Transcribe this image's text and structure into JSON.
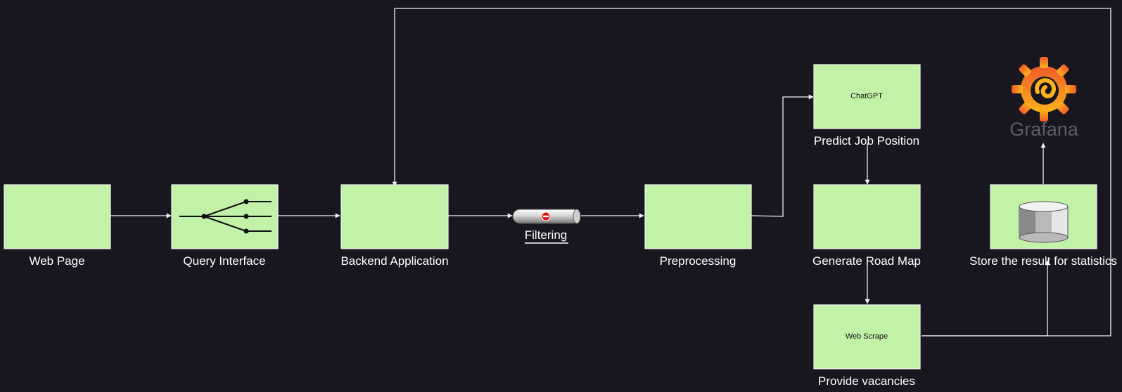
{
  "nodes": {
    "web_page": {
      "label": "Web Page"
    },
    "query_interface": {
      "label": "Query Interface",
      "icon": "router-fanout-icon"
    },
    "backend_application": {
      "label": "Backend Application"
    },
    "filtering": {
      "label": "Filtering",
      "icon": "pipe-filter-icon"
    },
    "preprocessing": {
      "label": "Preprocessing"
    },
    "chatgpt": {
      "text": "ChatGPT",
      "label": "Predict Job Position"
    },
    "road_map": {
      "label": "Generate Road Map"
    },
    "web_scrape": {
      "text": "Web Scrape",
      "label": "Provide vacancies"
    },
    "store": {
      "label": "Store the result for statistics",
      "icon": "database-cylinder-icon"
    },
    "grafana": {
      "label": "Grafana",
      "icon": "grafana-logo-icon"
    }
  },
  "colors": {
    "background": "#18161f",
    "box_fill": "#c2f2a8",
    "connector": "#f0f0f0",
    "text": "#ffffff",
    "grafana_orange": "#f46800",
    "grafana_yellow": "#fbb21e"
  }
}
